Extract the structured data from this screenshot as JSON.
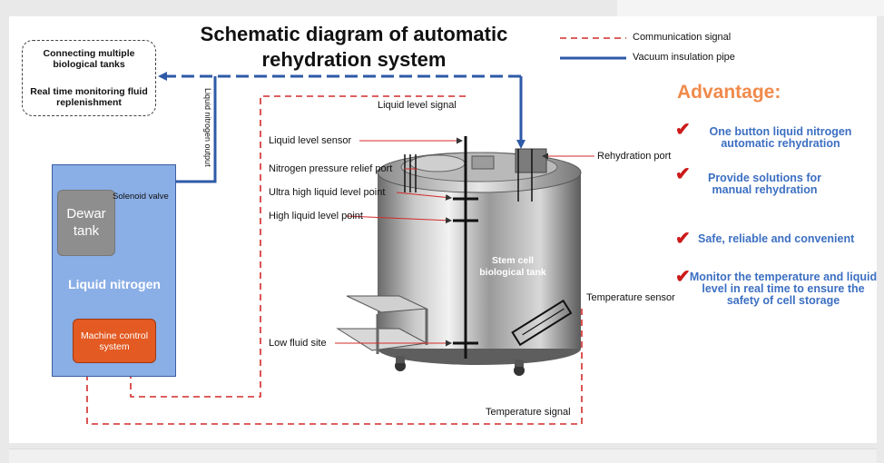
{
  "title": "Schematic diagram of automatic rehydration system",
  "legend": {
    "communication": "Communication signal",
    "vacuum": "Vacuum insulation pipe"
  },
  "connection_box": {
    "line1": "Connecting multiple biological tanks",
    "line2": "Real time monitoring fluid replenishment"
  },
  "left_panel": {
    "dewar": "Dewar tank",
    "solenoid": "Solenoid valve",
    "liquid_nitrogen": "Liquid nitrogen",
    "machine_control": "Machine control system",
    "ln_output": "Liquid nitrogen output"
  },
  "tank": {
    "label": "Stem cell biological tank",
    "liquid_level_signal": "Liquid level signal",
    "liquid_level_sensor": "Liquid level sensor",
    "relief_port": "Nitrogen pressure relief port",
    "ultra_high": "Ultra high liquid level point",
    "high": "High liquid level point",
    "low": "Low fluid site",
    "rehydration_port": "Rehydration port",
    "temperature_sensor": "Temperature sensor",
    "temperature_signal": "Temperature signal"
  },
  "advantages": {
    "title": "Advantage:",
    "items": [
      "One button liquid nitrogen automatic rehydration",
      "Provide solutions for manual rehydration",
      "Safe, reliable and convenient",
      "Monitor the temperature and liquid level in real time to ensure the safety of cell storage"
    ]
  },
  "colors": {
    "signal": "#d42a2a",
    "pipe": "#2e5aa8",
    "panel": "#8aaee6",
    "control": "#e35a22",
    "advantage_title": "#f08a4b",
    "advantage_text": "#3c6fc2",
    "check": "#cc1a1a"
  }
}
